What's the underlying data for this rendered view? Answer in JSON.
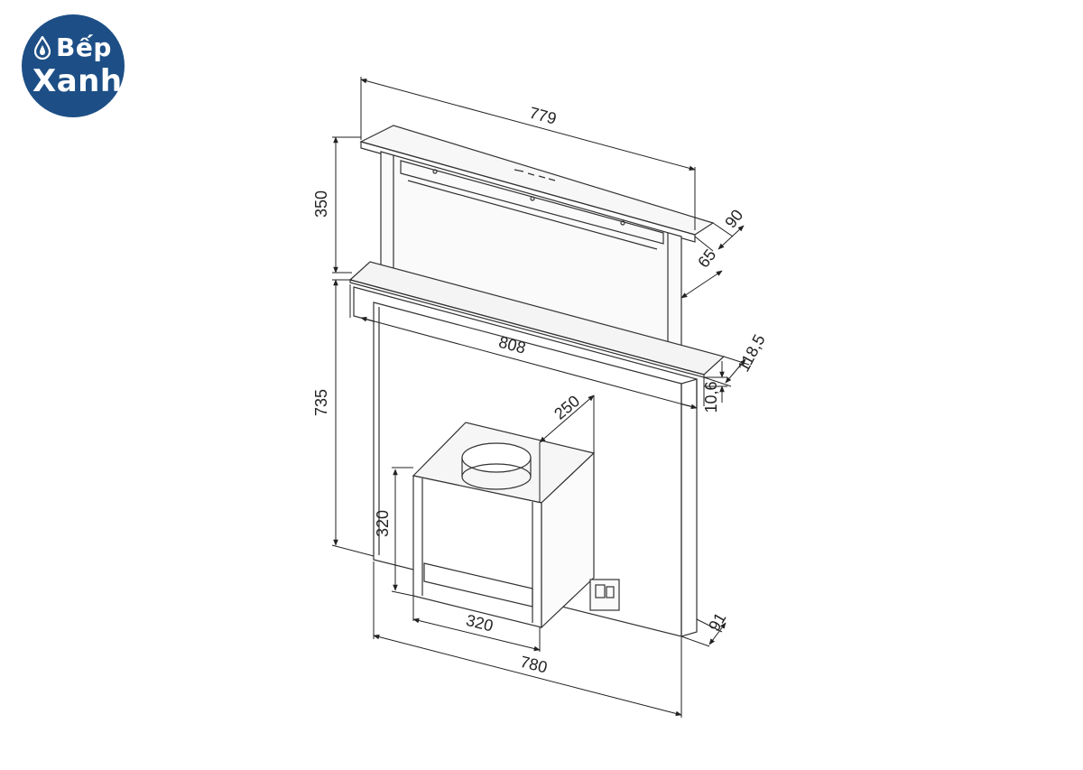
{
  "logo": {
    "line1": "Bếp",
    "line2": "Xanh",
    "color": "#1d4f86"
  },
  "dimensions": {
    "top_width": "779",
    "top_height": "350",
    "top_depth": "90",
    "panel_depth": "65",
    "frame_width": "808",
    "frame_depth": "118,5",
    "frame_thickness": "10,6",
    "body_height": "735",
    "motor_depth": "250",
    "motor_height": "320",
    "motor_width": "320",
    "body_width": "780",
    "bottom_depth": "91"
  },
  "colors": {
    "line": "#333333",
    "dim_line": "#222222"
  }
}
